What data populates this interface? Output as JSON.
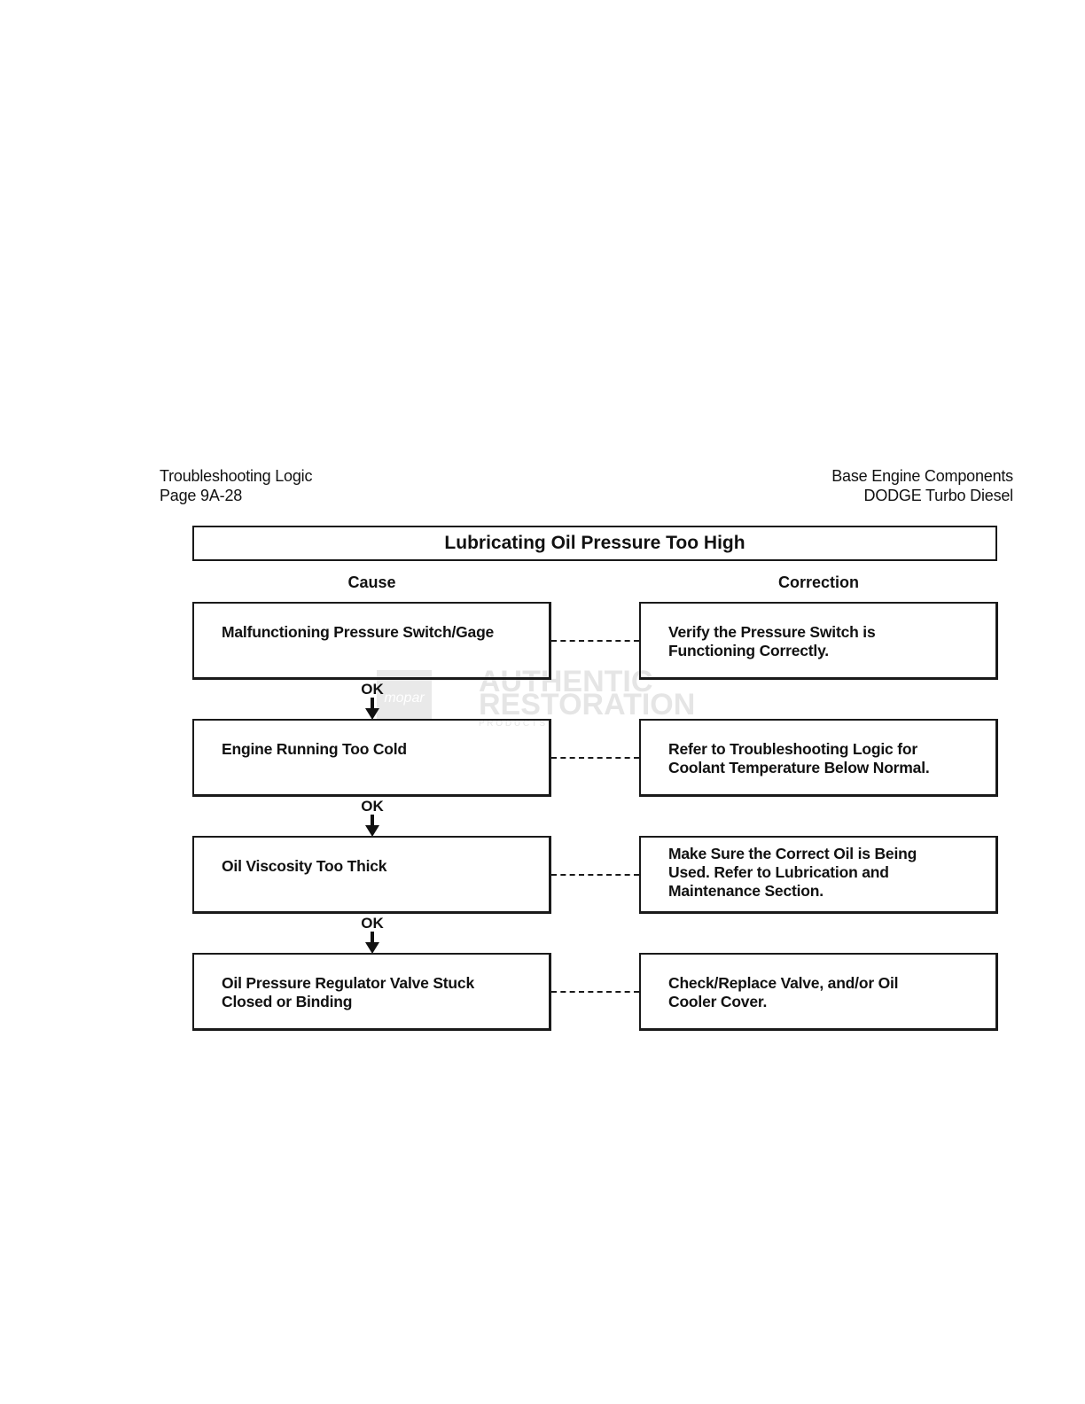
{
  "header": {
    "left_line1": "Troubleshooting Logic",
    "left_line2": "Page 9A-28",
    "right_line1": "Base Engine Components",
    "right_line2": "DODGE Turbo Diesel"
  },
  "chart": {
    "title": "Lubricating Oil Pressure Too High",
    "cause_heading": "Cause",
    "correction_heading": "Correction",
    "connector_label": "OK",
    "steps": [
      {
        "cause": "Malfunctioning Pressure Switch/Gage",
        "correction_line1": "Verify the Pressure Switch is",
        "correction_line2": "Functioning Correctly.",
        "correction_line3": ""
      },
      {
        "cause": "Engine Running Too Cold",
        "correction_line1": "Refer to Troubleshooting Logic for",
        "correction_line2": "Coolant Temperature Below Normal.",
        "correction_line3": ""
      },
      {
        "cause": "Oil Viscosity Too Thick",
        "correction_line1": "Make Sure the Correct Oil is Being",
        "correction_line2": "Used. Refer to Lubrication and",
        "correction_line3": "Maintenance Section."
      },
      {
        "cause_line1": "Oil Pressure Regulator Valve Stuck",
        "cause_line2": "Closed or Binding",
        "correction_line1": "Check/Replace Valve, and/or Oil",
        "correction_line2": "Cooler Cover.",
        "correction_line3": ""
      }
    ]
  },
  "watermark": {
    "brand": "mopar",
    "line1": "AUTHENTIC",
    "line2": "RESTORATION",
    "line3": "P R O D U C T S"
  }
}
